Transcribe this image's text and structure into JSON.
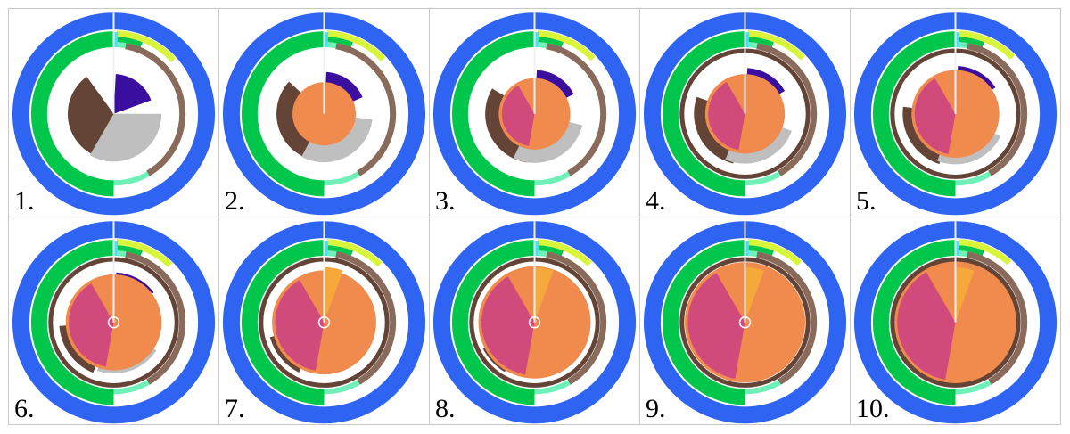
{
  "panels": [
    {
      "label": "1.",
      "step": 1
    },
    {
      "label": "2.",
      "step": 2
    },
    {
      "label": "3.",
      "step": 3
    },
    {
      "label": "4.",
      "step": 4
    },
    {
      "label": "5.",
      "step": 5
    },
    {
      "label": "6.",
      "step": 6
    },
    {
      "label": "7.",
      "step": 7
    },
    {
      "label": "8.",
      "step": 8
    },
    {
      "label": "9.",
      "step": 9
    },
    {
      "label": "10.",
      "step": 10
    }
  ],
  "colors": {
    "outer_ring": "#2f64f2",
    "green_ring": "#00c74c",
    "mint_ring": "#6ff0b8",
    "brown": "#634436",
    "gray": "#bfbfbf",
    "indigo": "#3a0fa0",
    "orange": "#f08a4d",
    "magenta": "#d04a7c",
    "yellow_green": "#d8f53a",
    "cyan": "#40e0ff",
    "amber": "#f7a83a",
    "taupe": "#8a6a5a"
  }
}
